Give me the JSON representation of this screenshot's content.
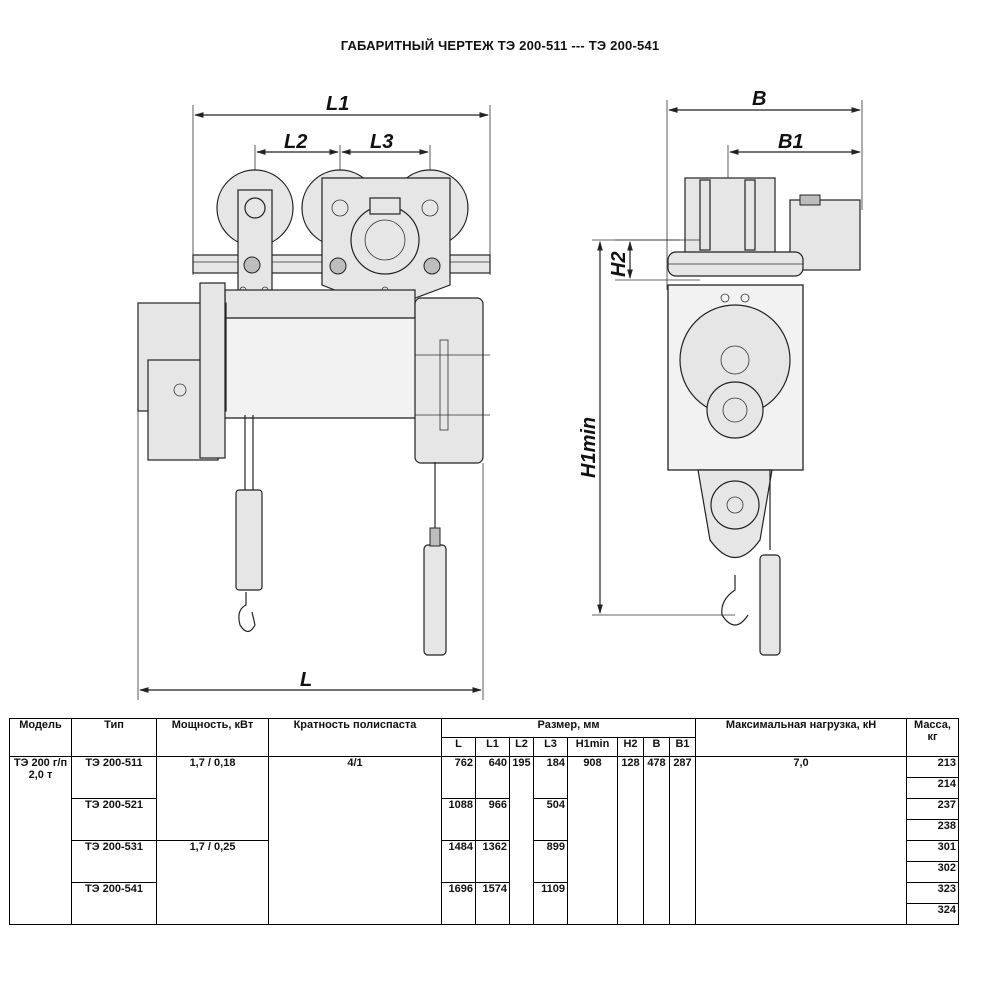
{
  "title": "ГАБАРИТНЫЙ ЧЕРТЕЖ ТЭ 200-511 --- ТЭ 200-541",
  "drawing_labels": {
    "L1": "L1",
    "L2": "L2",
    "L3": "L3",
    "L": "L",
    "B": "B",
    "B1": "B1",
    "H2": "H2",
    "H1min": "H1min"
  },
  "table": {
    "headers": {
      "model": "Модель",
      "type": "Тип",
      "power": "Мощность, кВт",
      "reeving": "Кратность полиспаста",
      "size": "Размер, мм",
      "max_load": "Максимальная нагрузка, кН",
      "mass": "Масса, кг",
      "sub": [
        "L",
        "L1",
        "L2",
        "L3",
        "H1min",
        "H2",
        "B",
        "B1"
      ]
    },
    "model": "ТЭ 200 г/п 2,0 т",
    "reeving": "4/1",
    "L2": "195",
    "H1min": "908",
    "H2": "128",
    "B": "478",
    "B1": "287",
    "max_load": "7,0",
    "rows": [
      {
        "type": "ТЭ 200-511",
        "power": "1,7 / 0,18",
        "L": "762",
        "L1": "640",
        "L3": "184",
        "mass": [
          "213",
          "214"
        ]
      },
      {
        "type": "ТЭ 200-521",
        "power": "",
        "L": "1088",
        "L1": "966",
        "L3": "504",
        "mass": [
          "237",
          "238"
        ]
      },
      {
        "type": "ТЭ 200-531",
        "power": "1,7 / 0,25",
        "L": "1484",
        "L1": "1362",
        "L3": "899",
        "mass": [
          "301",
          "302"
        ]
      },
      {
        "type": "ТЭ 200-541",
        "power": "",
        "L": "1696",
        "L1": "1574",
        "L3": "1109",
        "mass": [
          "323",
          "324"
        ]
      }
    ]
  }
}
